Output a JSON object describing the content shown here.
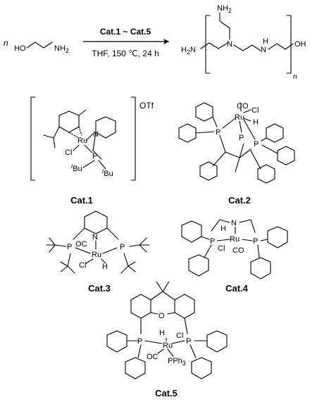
{
  "colors": {
    "oxygen": "#e0201e",
    "nitrogen": "#1f3fd6",
    "phosphorus": "#e8901a",
    "ruthenium": "#1b7e8c",
    "chlorine": "#2aa84a",
    "hydrogen": "#8a8a8a",
    "ink": "#000000"
  },
  "reaction": {
    "coefficient": "n",
    "reactant_ho": "HO",
    "reactant_nh2": "NH",
    "reactant_nh2_sub": "2",
    "arrow_top": "Cat.1 ~ Cat.5",
    "arrow_bottom": "THF, 150 ℃, 24 h",
    "product_h2n": "H",
    "product_h2n_sub": "2",
    "product_h2n_n": "N",
    "product_top_nh2": "NH",
    "product_top_nh2_sub": "2",
    "product_n": "N",
    "product_nh": "N",
    "product_h": "H",
    "product_oh": "OH",
    "product_subscript": "n"
  },
  "catalysts": [
    {
      "label": "Cat.1",
      "counterion": "OTf",
      "atoms": {
        "ru": "Ru",
        "n": "N",
        "cl": "Cl",
        "p": "P",
        "tbu_prefix": "t",
        "tbu": "Bu"
      }
    },
    {
      "label": "Cat.2",
      "atoms": {
        "ru": "Ru",
        "co": "CO",
        "cl": "Cl",
        "h": "H",
        "p": "P"
      }
    },
    {
      "label": "Cat.3",
      "atoms": {
        "ru": "Ru",
        "n": "N",
        "oc": "OC",
        "cl": "Cl",
        "h": "H",
        "p": "P"
      }
    },
    {
      "label": "Cat.4",
      "atoms": {
        "ru": "Ru",
        "n": "N",
        "h": "H",
        "cl": "Cl",
        "co": "CO",
        "p": "P"
      }
    },
    {
      "label": "Cat.5",
      "atoms": {
        "ru": "Ru",
        "o": "O",
        "h": "H",
        "cl": "Cl",
        "oc": "OC",
        "p": "P",
        "pph3": "PPh",
        "pph3_sub": "3"
      }
    }
  ]
}
